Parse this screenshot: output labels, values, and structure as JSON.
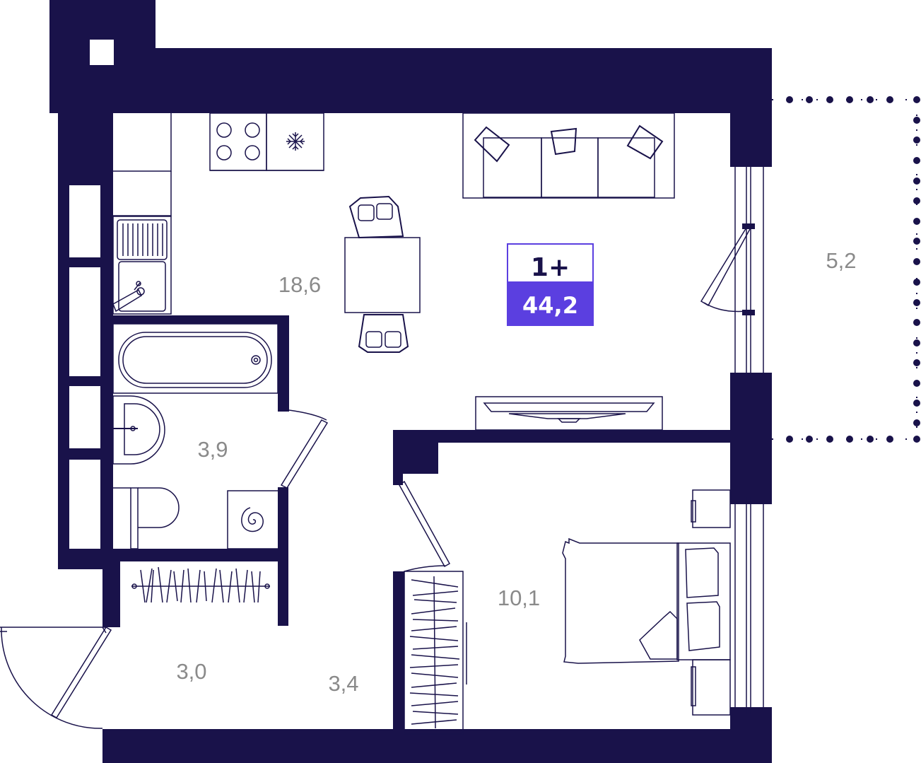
{
  "badge": {
    "type": "1+",
    "total_area": "44,2",
    "accent_color": "#5b3fe0",
    "border_color": "#5b3fe0"
  },
  "rooms": {
    "kitchen_living": "18,6",
    "bathroom": "3,9",
    "hallway": "3,0",
    "corridor": "3,4",
    "bedroom": "10,1",
    "balcony": "5,2"
  },
  "colors": {
    "wall": "#19124a",
    "label": "#8a8a8a"
  },
  "icons": [
    "snowflake-icon",
    "spiral-icon"
  ]
}
